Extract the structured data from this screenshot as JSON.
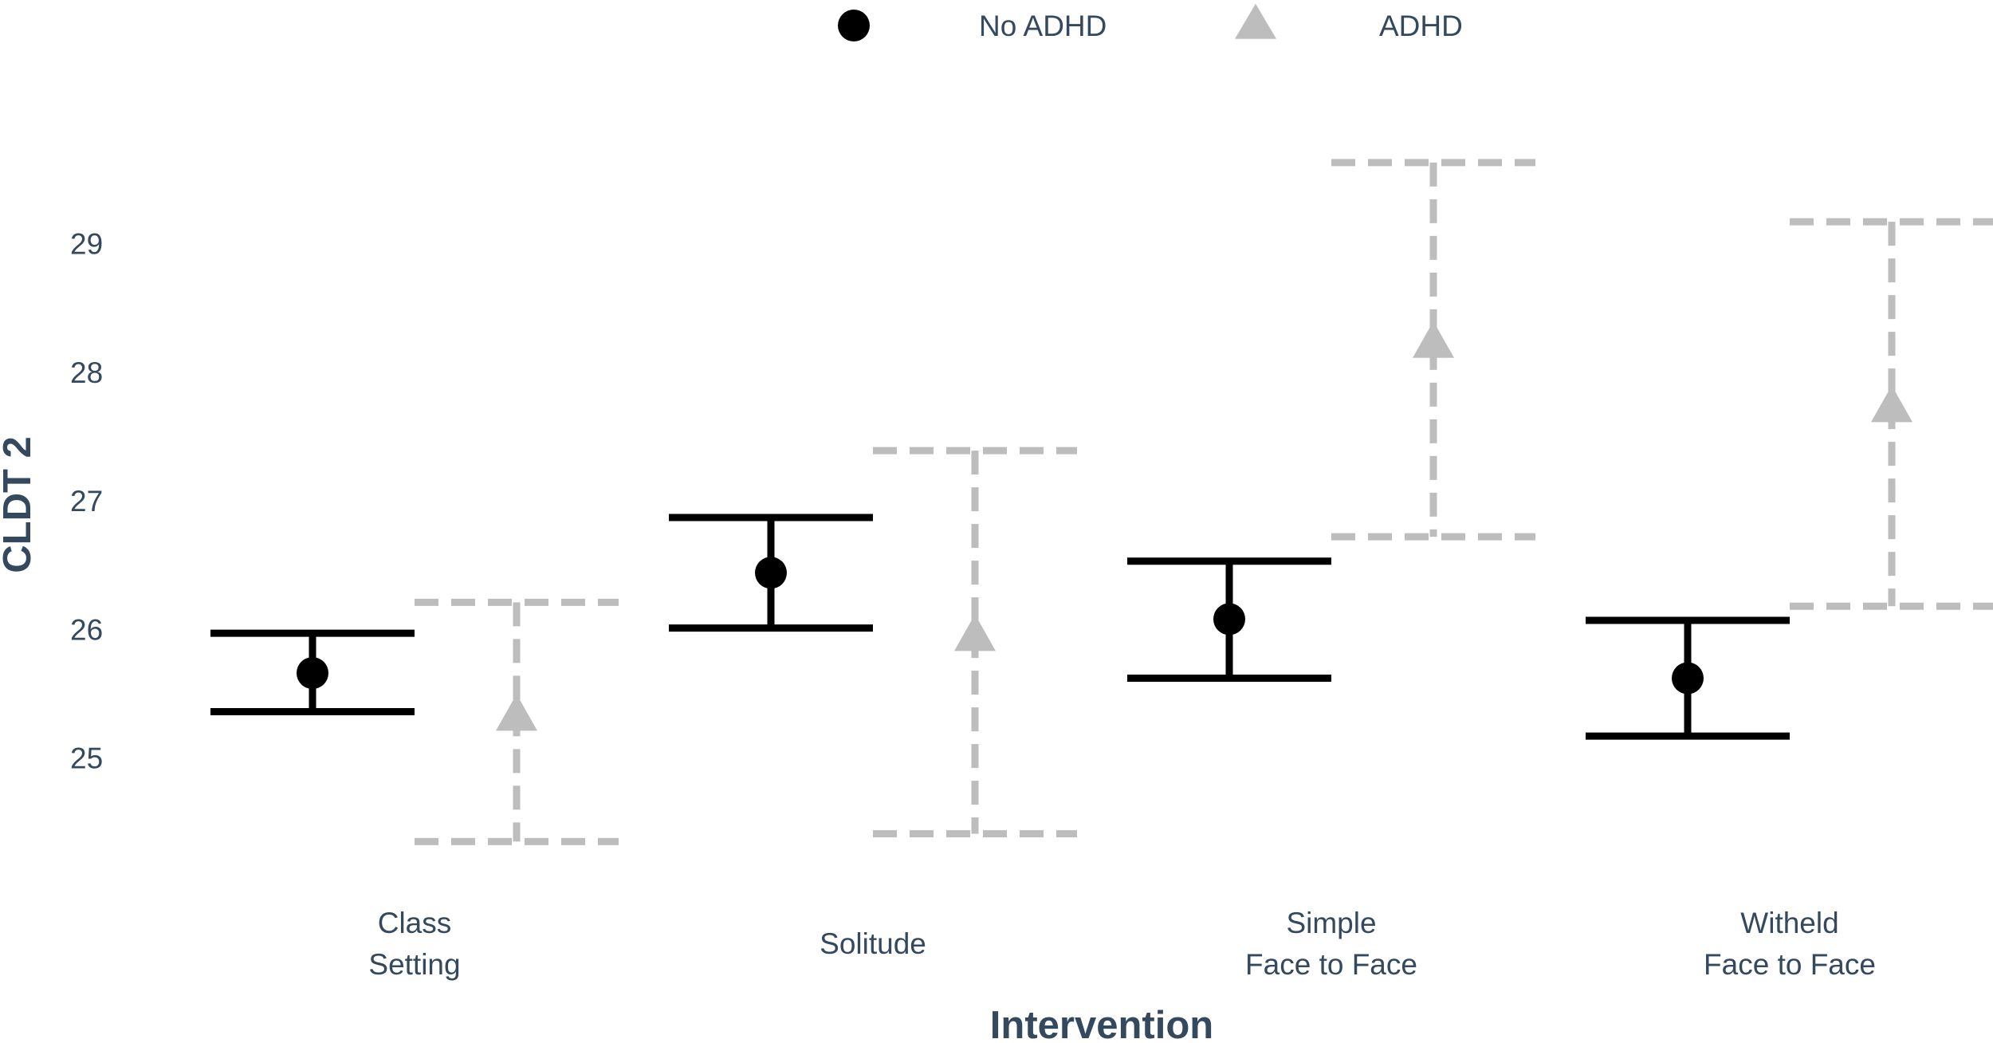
{
  "chart_data": {
    "type": "errorbar",
    "xlabel": "Intervention",
    "ylabel": "CLDT 2",
    "categories": [
      [
        "Class",
        "Setting"
      ],
      [
        "Solitude"
      ],
      [
        "Simple",
        "Face to Face"
      ],
      [
        "Witheld",
        "Face to Face"
      ]
    ],
    "yticks": [
      25,
      26,
      27,
      28,
      29
    ],
    "ylim": [
      24.0,
      30.5
    ],
    "grid": false,
    "legend_position": "top",
    "series": [
      {
        "name": "No ADHD",
        "marker": "circle",
        "color": "#000000",
        "line_style": "solid",
        "mean": [
          25.66,
          26.44,
          26.08,
          25.62
        ],
        "lower": [
          25.36,
          26.01,
          25.62,
          25.17
        ],
        "upper": [
          25.97,
          26.87,
          26.53,
          26.07
        ]
      },
      {
        "name": "ADHD",
        "marker": "triangle",
        "color": "#bdbdbd",
        "line_style": "dashed",
        "mean": [
          25.32,
          25.94,
          28.22,
          27.72
        ],
        "lower": [
          24.35,
          24.41,
          26.72,
          26.18
        ],
        "upper": [
          26.21,
          27.39,
          29.63,
          29.17
        ]
      }
    ]
  }
}
